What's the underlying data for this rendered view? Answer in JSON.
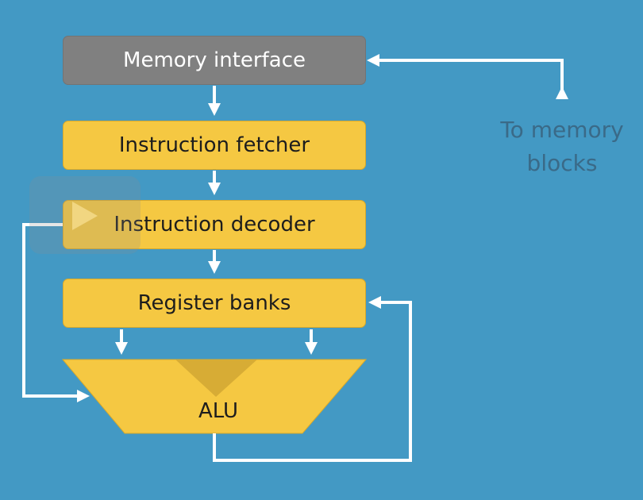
{
  "diagram": {
    "memory_interface": "Memory interface",
    "instruction_fetcher": "Instruction fetcher",
    "instruction_decoder": "Instruction decoder",
    "register_banks": "Register banks",
    "alu": "ALU",
    "to_memory_line1": "To memory",
    "to_memory_line2": "blocks"
  },
  "colors": {
    "background": "#4399c4",
    "memory_box": "#808080",
    "unit_box": "#f5c842",
    "wire": "#ffffff"
  },
  "player": {
    "icon": "play-icon"
  }
}
